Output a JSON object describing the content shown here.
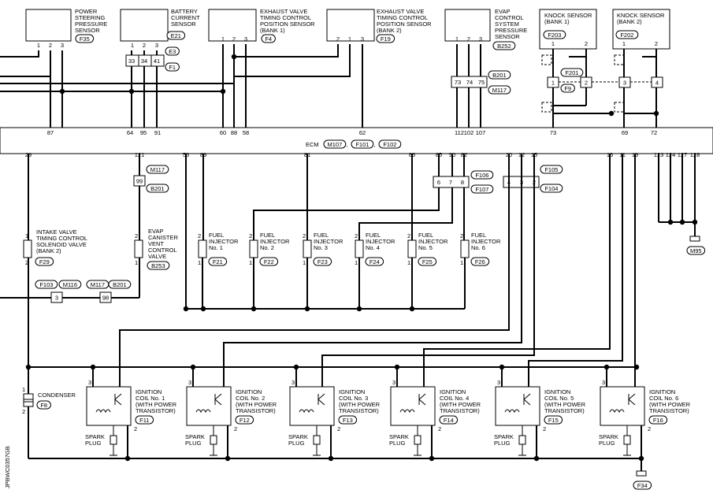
{
  "components": {
    "ps": {
      "name": "POWER\nSTEERING\nPRESSURE\nSENSOR",
      "code": "F35"
    },
    "bat": {
      "name": "BATTERY\nCURRENT\nSENSOR",
      "code": "E21"
    },
    "ev1": {
      "name": "EXHAUST VALVE\nTIMING CONTROL\nPOSITION SENSOR\n(BANK 1)",
      "code": "F4"
    },
    "ev2": {
      "name": "EXHAUST VALVE\nTIMING CONTROL\nPOSITION SENSOR\n(BANK 2)",
      "code": "F19"
    },
    "evap": {
      "name": "EVAP\nCONTROL\nSYSTEM\nPRESSURE\nSENSOR",
      "code": "B252"
    },
    "ks1": {
      "name": "KNOCK SENSOR\n(BANK 1)",
      "code": "F203"
    },
    "ks2": {
      "name": "KNOCK SENSOR\n(BANK 2)",
      "code": "F202"
    },
    "ivt": {
      "name": "INTAKE VALVE\nTIMING CONTROL\nSOLENOID VALVE\n(BANK 2)",
      "code": "F29"
    },
    "evc": {
      "name": "EVAP\nCANISTER\nVENT\nCONTROL\nVALVE",
      "code": "B253"
    },
    "inj1": {
      "name": "FUEL\nINJECTOR\nNo. 1",
      "code": "F21"
    },
    "inj2": {
      "name": "FUEL\nINJECTOR\nNo. 2",
      "code": "F22"
    },
    "inj3": {
      "name": "FUEL\nINJECTOR\nNo. 3",
      "code": "F23"
    },
    "inj4": {
      "name": "FUEL\nINJECTOR\nNo. 4",
      "code": "F24"
    },
    "inj5": {
      "name": "FUEL\nINJECTOR\nNo. 5",
      "code": "F25"
    },
    "inj6": {
      "name": "FUEL\nINJECTOR\nNo. 6",
      "code": "F26"
    },
    "cond": {
      "name": "CONDENSER",
      "code": "F8"
    },
    "ic1": {
      "name": "IGNITION\nCOIL No. 1\n(WITH POWER\nTRANSISTOR)",
      "code": "F11"
    },
    "ic2": {
      "name": "IGNITION\nCOIL No. 2\n(WITH POWER\nTRANSISTOR)",
      "code": "F12"
    },
    "ic3": {
      "name": "IGNITION\nCOIL No. 3\n(WITH POWER\nTRANSISTOR)",
      "code": "F13"
    },
    "ic4": {
      "name": "IGNITION\nCOIL No. 4\n(WITH POWER\nTRANSISTOR)",
      "code": "F14"
    },
    "ic5": {
      "name": "IGNITION\nCOIL No. 5\n(WITH POWER\nTRANSISTOR)",
      "code": "F15"
    },
    "ic6": {
      "name": "IGNITION\nCOIL No. 6\n(WITH POWER\nTRANSISTOR)",
      "code": "F16"
    }
  },
  "spark_plug_label": "SPARK\nPLUG",
  "ecm": {
    "label": "ECM",
    "codes": [
      "M107",
      "F101",
      "F102"
    ]
  },
  "ecm_top_pins": [
    "87",
    "64",
    "95",
    "91",
    "60",
    "88",
    "58",
    "62",
    "112",
    "102",
    "107",
    "73",
    "69",
    "72"
  ],
  "ecm_bottom_pins": [
    "29",
    "121",
    "53",
    "89",
    "81",
    "86",
    "85",
    "90",
    "82",
    "20",
    "12",
    "15",
    "16",
    "11",
    "19",
    "123",
    "124",
    "127",
    "128"
  ],
  "connectors": {
    "E3": "E3",
    "F1": "F1",
    "B201": "B201",
    "M117": "M117",
    "F201": "F201",
    "F9": "F9",
    "F106": "F106",
    "F107": "F107",
    "F105": "F105",
    "F104": "F104",
    "F103": "F103",
    "M116": "M116",
    "M95": "M95",
    "F34": "F34"
  },
  "junction_pins": {
    "bat": [
      "33",
      "34",
      "41"
    ],
    "evap": [
      "73",
      "74",
      "75"
    ],
    "evc": "99",
    "inj_a": [
      "6",
      "7",
      "8"
    ],
    "ign": [
      "4",
      "3",
      "2"
    ],
    "ivt": "3",
    "evc2": "98",
    "ks1": [
      "1",
      "2"
    ],
    "ks2": [
      "3",
      "4"
    ]
  },
  "watermark": "JPBWC0357GB"
}
